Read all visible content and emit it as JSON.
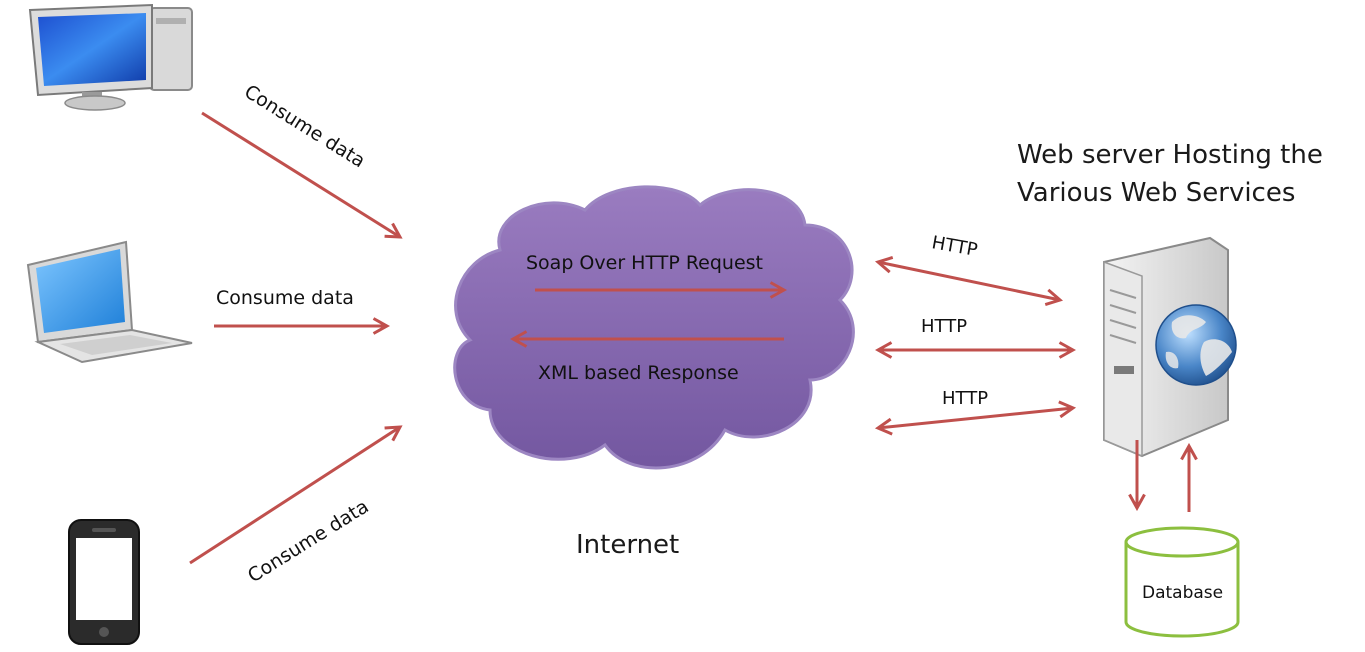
{
  "clients": {
    "desktop_label": "Consume data",
    "laptop_label": "Consume data",
    "phone_label": "Consume data"
  },
  "internet": {
    "request_label": "Soap Over  HTTP Request",
    "response_label": "XML based Response",
    "caption": "Internet"
  },
  "server": {
    "title_line1": "Web server Hosting the",
    "title_line2": "Various Web Services",
    "http_links": [
      "HTTP",
      "HTTP",
      "HTTP"
    ]
  },
  "database": {
    "label": "Database"
  },
  "colors": {
    "arrow": "#c0504d",
    "cloud": "#8064a2",
    "database_stroke": "#8cbf3f",
    "monitor_screen": "#1f5fd6",
    "globe": "#3f77b8"
  }
}
